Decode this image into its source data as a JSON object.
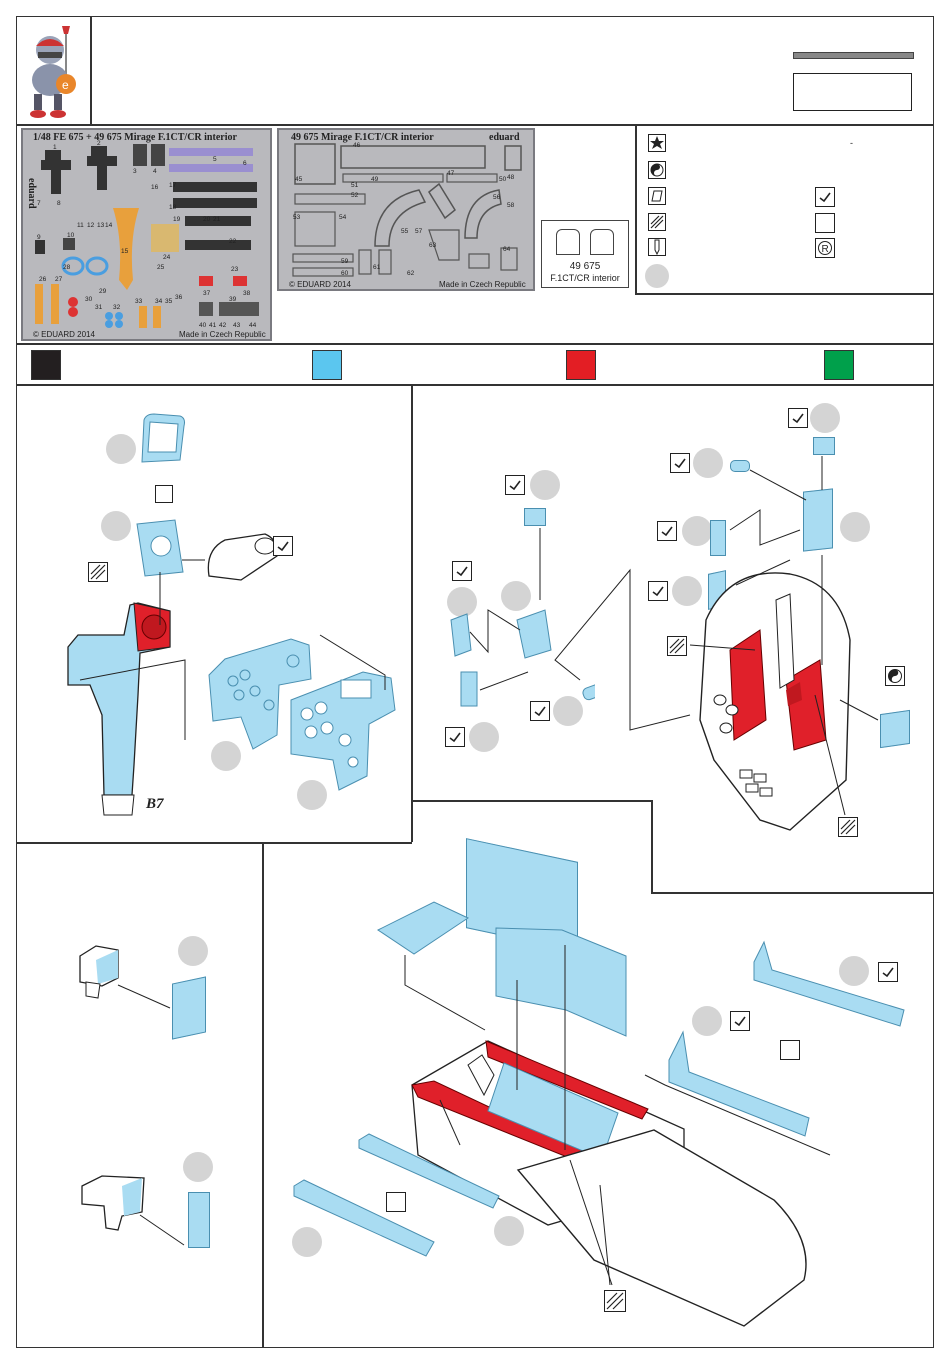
{
  "header": {
    "fret1_title": "1/48   FE 675 + 49 675   Mirage F.1CT/CR interior",
    "fret1_brand": "eduard",
    "fret1_copyright": "© EDUARD 2014",
    "fret1_made": "Made in Czech Republic",
    "fret2_title": "49 675   Mirage F.1CT/CR interior",
    "fret2_brand": "eduard",
    "fret2_copyright": "© EDUARD 2014",
    "fret2_made": "Made in Czech Republic",
    "mask_number": "49 675",
    "mask_name": "F.1CT/CR interior",
    "legend_dash": "-"
  },
  "fret1_numbers": [
    "1",
    "2",
    "3",
    "4",
    "5",
    "6",
    "7",
    "8",
    "9",
    "10",
    "11",
    "12",
    "13",
    "14",
    "15",
    "16",
    "17",
    "18",
    "19",
    "20",
    "21",
    "22",
    "23",
    "24",
    "25",
    "26",
    "27",
    "28",
    "29",
    "30",
    "31",
    "32",
    "33",
    "34",
    "35",
    "36",
    "37",
    "38",
    "39",
    "40",
    "41",
    "42",
    "43",
    "44"
  ],
  "fret2_numbers": [
    "45",
    "46",
    "47",
    "48",
    "49",
    "50",
    "51",
    "52",
    "53",
    "54",
    "55",
    "56",
    "57",
    "58",
    "59",
    "60",
    "61",
    "62",
    "63",
    "64"
  ],
  "colors": {
    "black": "#231f20",
    "blue": "#5bc6ef",
    "red": "#e31e24",
    "green": "#00a04b",
    "part_blue": "#a9dcf2",
    "part_red": "#e0202a"
  },
  "labels": {
    "b7": "B7"
  },
  "icons": {
    "logo": "knight-mascot-icon",
    "star": "star-icon",
    "yinyang": "yin-yang-icon",
    "bend": "bend-icon",
    "paint": "hatched-paint-icon",
    "drill": "drill-icon",
    "check": "check-icon",
    "remove": "remove-r-icon"
  }
}
